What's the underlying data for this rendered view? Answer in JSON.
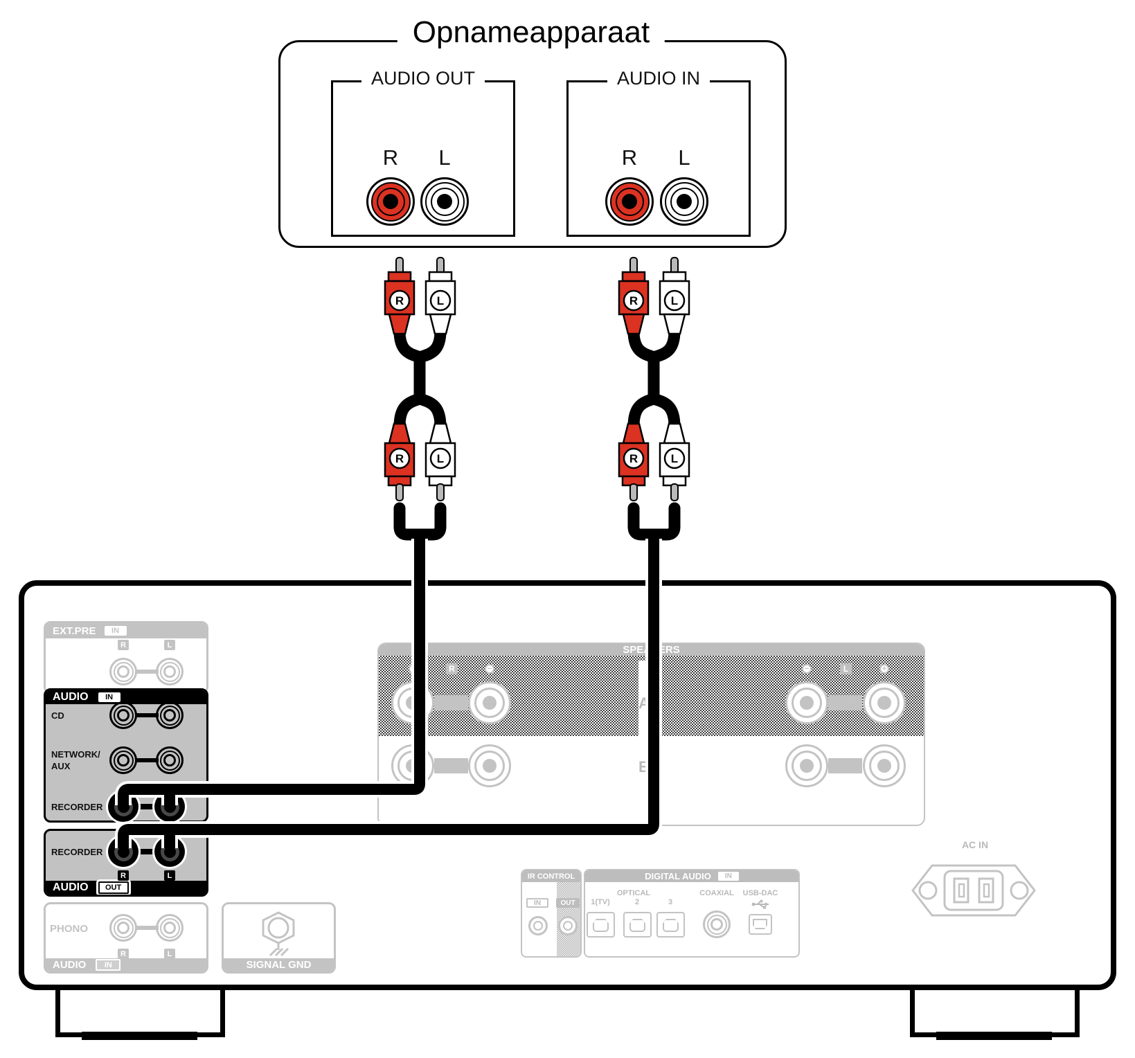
{
  "title": "Opnameapparaat",
  "device": {
    "audio_out": "AUDIO OUT",
    "audio_in": "AUDIO IN",
    "r": "R",
    "l": "L"
  },
  "cable": {
    "r": "R",
    "l": "L"
  },
  "colors": {
    "red": "#dc3222",
    "panel_gray": "#c2c2c2",
    "faded_gray": "#c3c3c3",
    "black": "#000000"
  },
  "amp": {
    "ext_pre": {
      "label": "EXT.PRE",
      "badge": "IN",
      "r": "R",
      "l": "L"
    },
    "audio_in": {
      "label": "AUDIO",
      "badge": "IN",
      "cd": "CD",
      "network1": "NETWORK/",
      "network2": "AUX",
      "recorder": "RECORDER"
    },
    "audio_out": {
      "recorder": "RECORDER",
      "r": "R",
      "l": "L",
      "label": "AUDIO",
      "badge": "OUT"
    },
    "phono": {
      "label": "PHONO",
      "r": "R",
      "l": "L",
      "footer": "AUDIO",
      "badge": "IN"
    },
    "signal_gnd": {
      "label": "SIGNAL GND"
    },
    "speakers": {
      "label": "SPEAKERS",
      "plus": "+",
      "minus": "−",
      "r": "R",
      "l": "L",
      "a": "A",
      "b": "B"
    },
    "ir": {
      "label": "IR CONTROL",
      "in": "IN",
      "out": "OUT"
    },
    "digital": {
      "label": "DIGITAL AUDIO",
      "badge": "IN",
      "optical": "OPTICAL",
      "coaxial": "COAXIAL",
      "usb": "USB-DAC",
      "o1": "1(TV)",
      "o2": "2",
      "o3": "3"
    },
    "ac_in": "AC IN"
  }
}
